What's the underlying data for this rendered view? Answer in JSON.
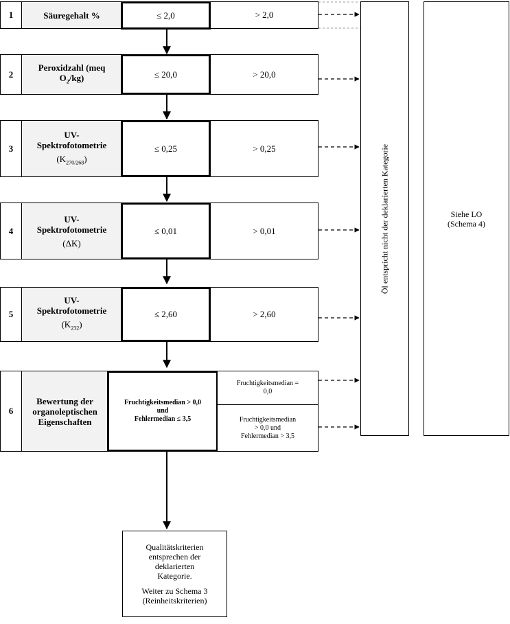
{
  "rows": [
    {
      "num": "1",
      "label": "Säuregehalt %",
      "pass": "≤ 2,0",
      "fail": "> 2,0"
    },
    {
      "num": "2",
      "label_line1": "Peroxidzahl (meq",
      "label_line2_a": "O",
      "label_line2_sub": "2",
      "label_line2_b": "/kg)",
      "pass": "≤ 20,0",
      "fail": "> 20,0"
    },
    {
      "num": "3",
      "label_line1": "UV-",
      "label_line2": "Spektrofotometrie",
      "label_line3_a": "(K",
      "label_line3_sub": "270/268",
      "label_line3_b": ")",
      "pass": "≤ 0,25",
      "fail": "> 0,25"
    },
    {
      "num": "4",
      "label_line1": "UV-",
      "label_line2": "Spektrofotometrie",
      "label_line3": "(ΔK)",
      "pass": "≤ 0,01",
      "fail": "> 0,01"
    },
    {
      "num": "5",
      "label_line1": "UV-",
      "label_line2": "Spektrofotometrie",
      "label_line3_a": "(K",
      "label_line3_sub": "232",
      "label_line3_b": ")",
      "pass": "≤ 2,60",
      "fail": "> 2,60"
    },
    {
      "num": "6",
      "label_line1": "Bewertung der",
      "label_line2": "organoleptischen",
      "label_line3": "Eigenschaften",
      "pass_line1": "Fruchtigkeitsmedian > 0,0",
      "pass_line2": "und",
      "pass_line3": "Fehlermedian ≤ 3,5",
      "fail_a_line1": "Fruchtigkeitsmedian =",
      "fail_a_line2": "0,0",
      "fail_b_line1": "Fruchtigkeitsmedian",
      "fail_b_line2": "> 0,0 und",
      "fail_b_line3": "Fehlermedian > 3,5"
    }
  ],
  "not_category": "Öl entspricht nicht der deklarierten Kategorie",
  "see_lo_line1": "Siehe LO",
  "see_lo_line2": "(Schema 4)",
  "result_line1": "Qualitätskriterien",
  "result_line2": "entsprechen der",
  "result_line3": "deklarierten",
  "result_line4": "Kategorie.",
  "result_line5": "Weiter zu Schema 3",
  "result_line6": "(Reinheitskriterien)"
}
